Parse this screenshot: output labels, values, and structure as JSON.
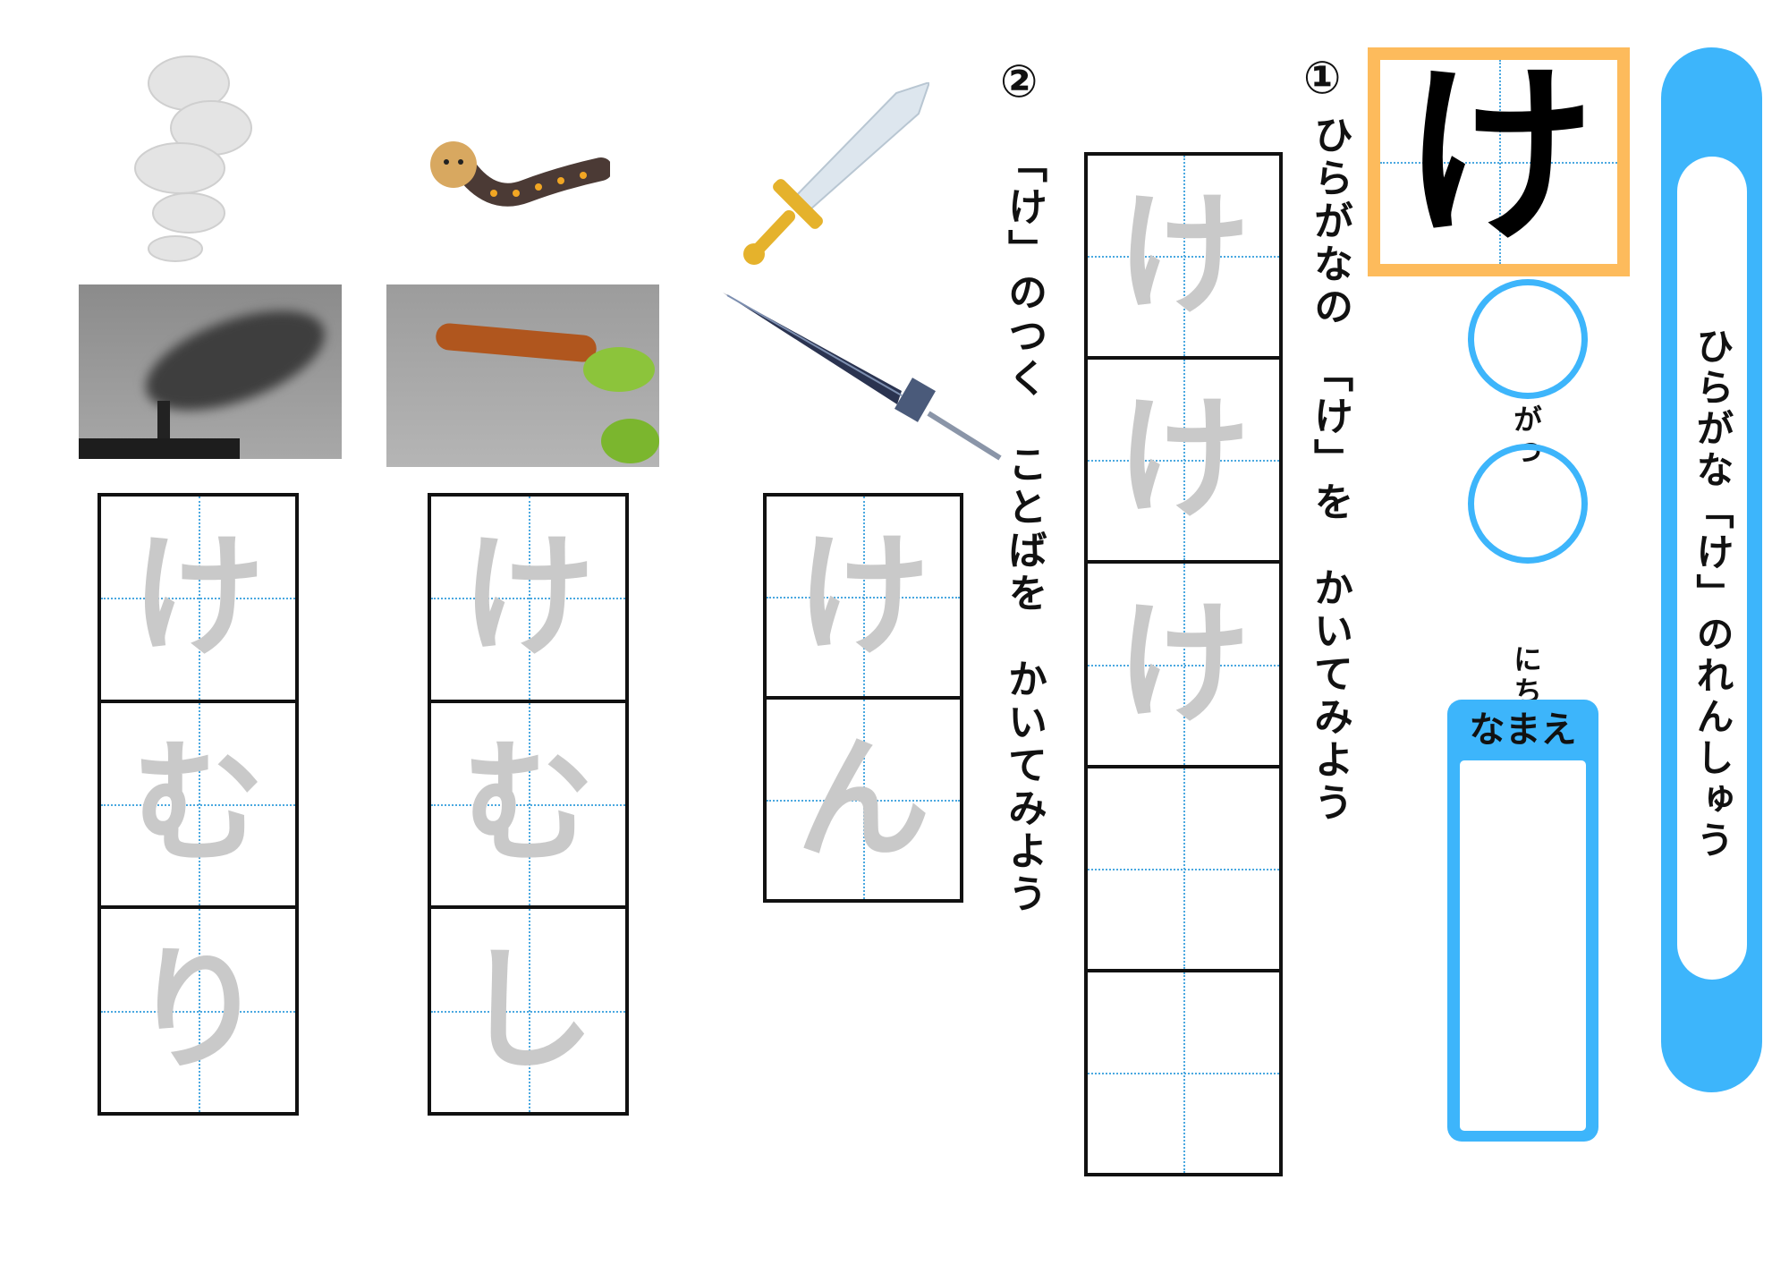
{
  "title": {
    "text": "ひらがな「け」のれんしゅう"
  },
  "model_char": "け",
  "date": {
    "month_label": "がつ",
    "day_label": "にち"
  },
  "name": {
    "label": "なまえ"
  },
  "section1": {
    "number": "①",
    "instruction": "ひらがなの　「け」を　かいてみよう",
    "trace_chars": [
      "け",
      "け",
      "け",
      "",
      ""
    ]
  },
  "section2": {
    "number": "②",
    "instruction": "「け」のつく　ことばを　かいてみよう"
  },
  "words": [
    {
      "chars": [
        "け",
        "む",
        "り"
      ]
    },
    {
      "chars": [
        "け",
        "む",
        "し"
      ]
    },
    {
      "chars": [
        "け",
        "ん"
      ]
    }
  ],
  "colors": {
    "accent_blue": "#3db5fb",
    "orange": "#fdbb5c",
    "trace_gray": "#c9c9c9"
  }
}
